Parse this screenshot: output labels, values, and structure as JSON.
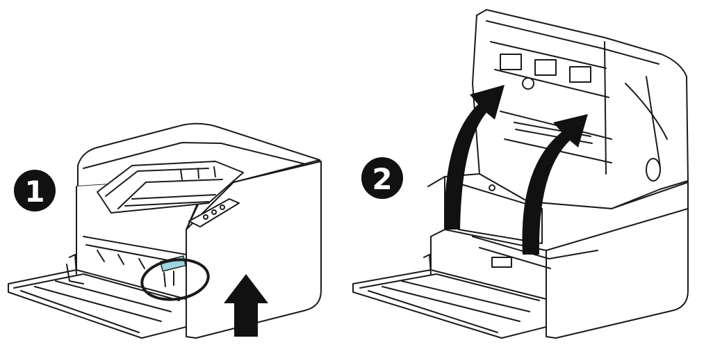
{
  "steps": [
    {
      "number": "1"
    },
    {
      "number": "2"
    }
  ],
  "colors": {
    "line": "#1a1a1a",
    "highlight": "#9fd6e0",
    "background": "#ffffff"
  },
  "icons": {
    "step1_indicator": "up-arrow-icon",
    "step1_callout": "circle-highlight",
    "step2_indicator": "curved-up-arrow-icon"
  }
}
